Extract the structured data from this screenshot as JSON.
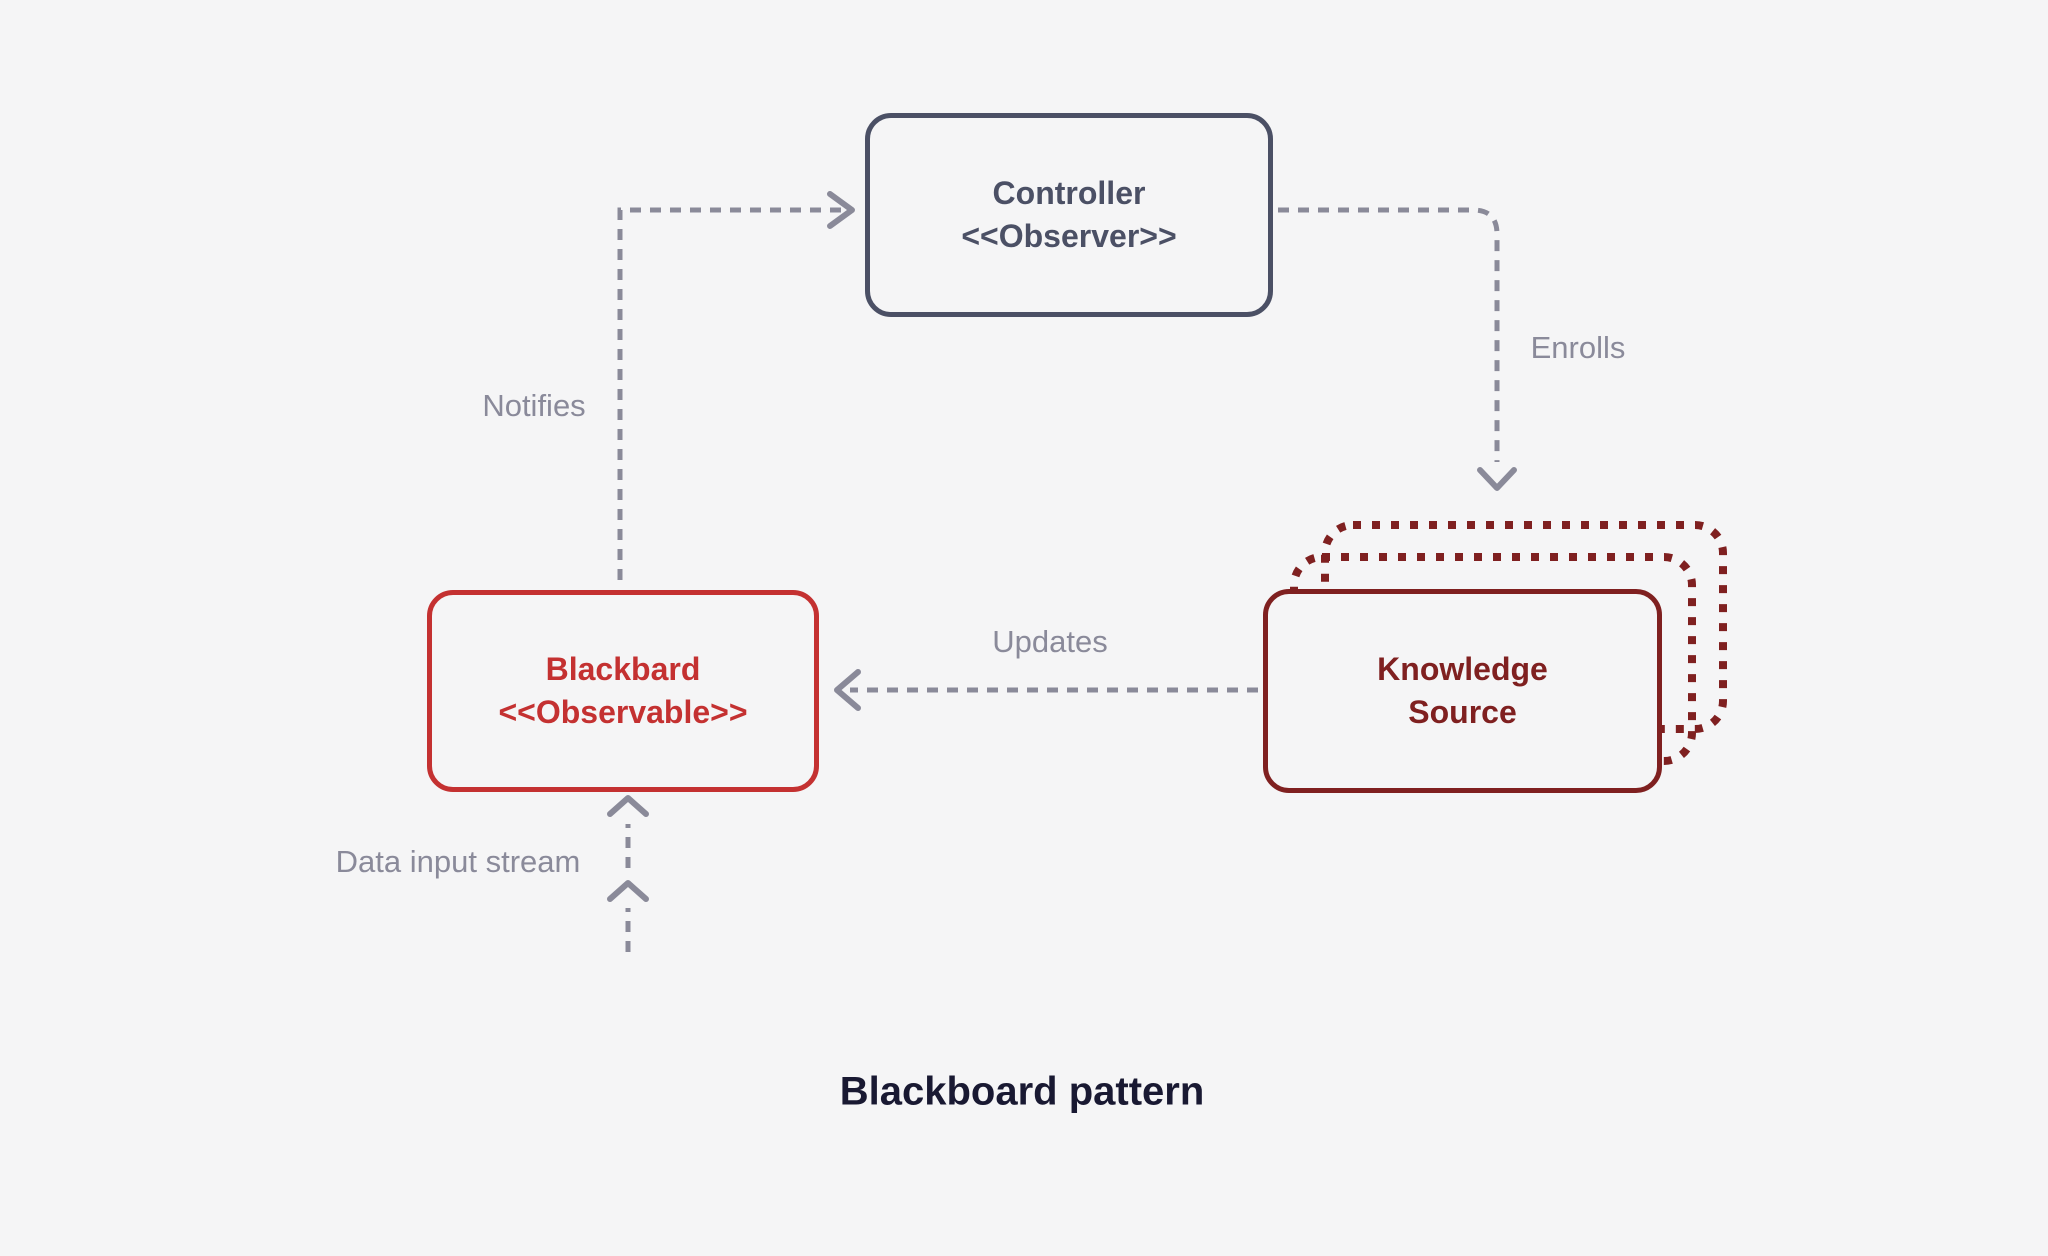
{
  "diagram": {
    "title": "Blackboard pattern",
    "nodes": {
      "controller": {
        "line1": "Controller",
        "line2": "<<Observer>>"
      },
      "blackboard": {
        "line1": "Blackbard",
        "line2": "<<Observable>>"
      },
      "knowledge_source": {
        "line1": "Knowledge",
        "line2": "Source"
      }
    },
    "edges": {
      "notifies": {
        "label": "Notifies",
        "from": "blackboard",
        "to": "controller"
      },
      "enrolls": {
        "label": "Enrolls",
        "from": "controller",
        "to": "knowledge_source"
      },
      "updates": {
        "label": "Updates",
        "from": "knowledge_source",
        "to": "blackboard"
      },
      "data_input": {
        "label": "Data input stream",
        "from": "external",
        "to": "blackboard"
      }
    },
    "colors": {
      "background": "#f5f5f6",
      "controller_slate": "#4b5065",
      "blackboard_red": "#c43131",
      "knowledge_dark_red": "#7f2020",
      "arrow_gray": "#8a8a99",
      "title_navy": "#191932"
    }
  }
}
